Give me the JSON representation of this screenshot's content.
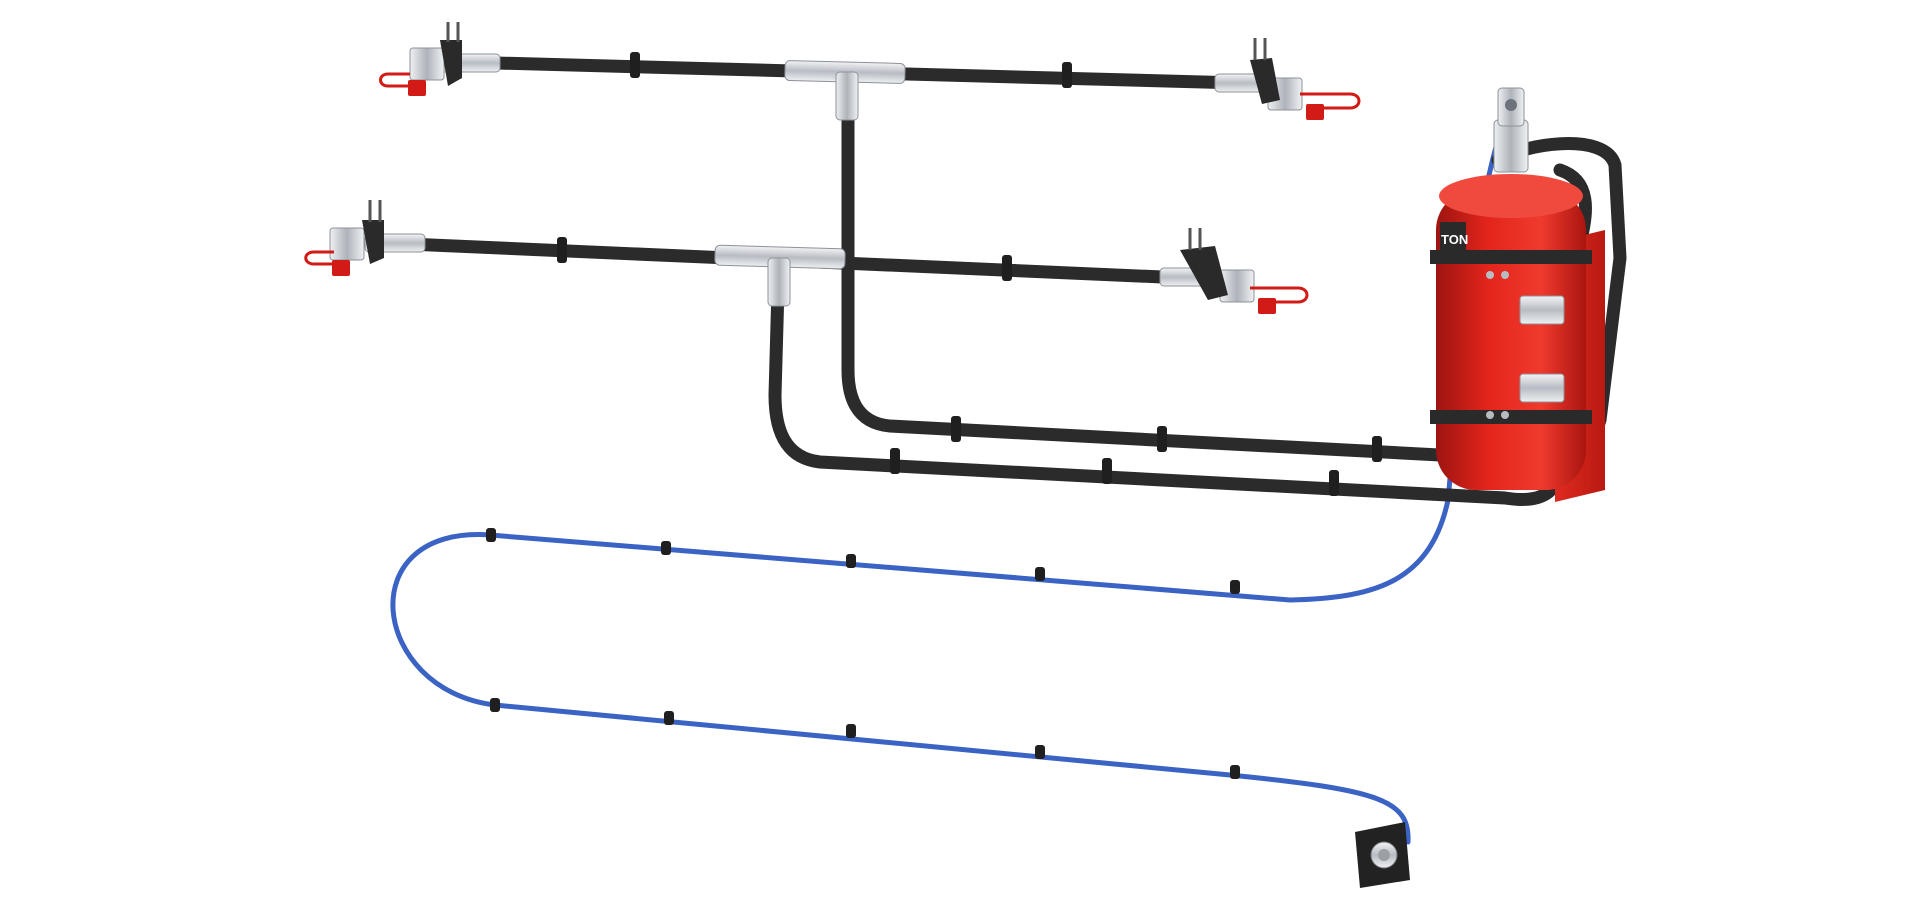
{
  "scene": {
    "background": "#ffffff",
    "colors": {
      "hose": "#2b2b2b",
      "pull_cable": "#3a63c4",
      "bottle": "#e0231b",
      "fitting": "#c9ccd1",
      "nozzle_cap": "#d21b16",
      "bracket": "#2a2a2a"
    },
    "objects": [
      "fire-suppression-bottle",
      "discharge-hoses",
      "nozzles",
      "hose-clamps",
      "pull-cable",
      "pull-handle"
    ],
    "bottle_label": "TON"
  }
}
